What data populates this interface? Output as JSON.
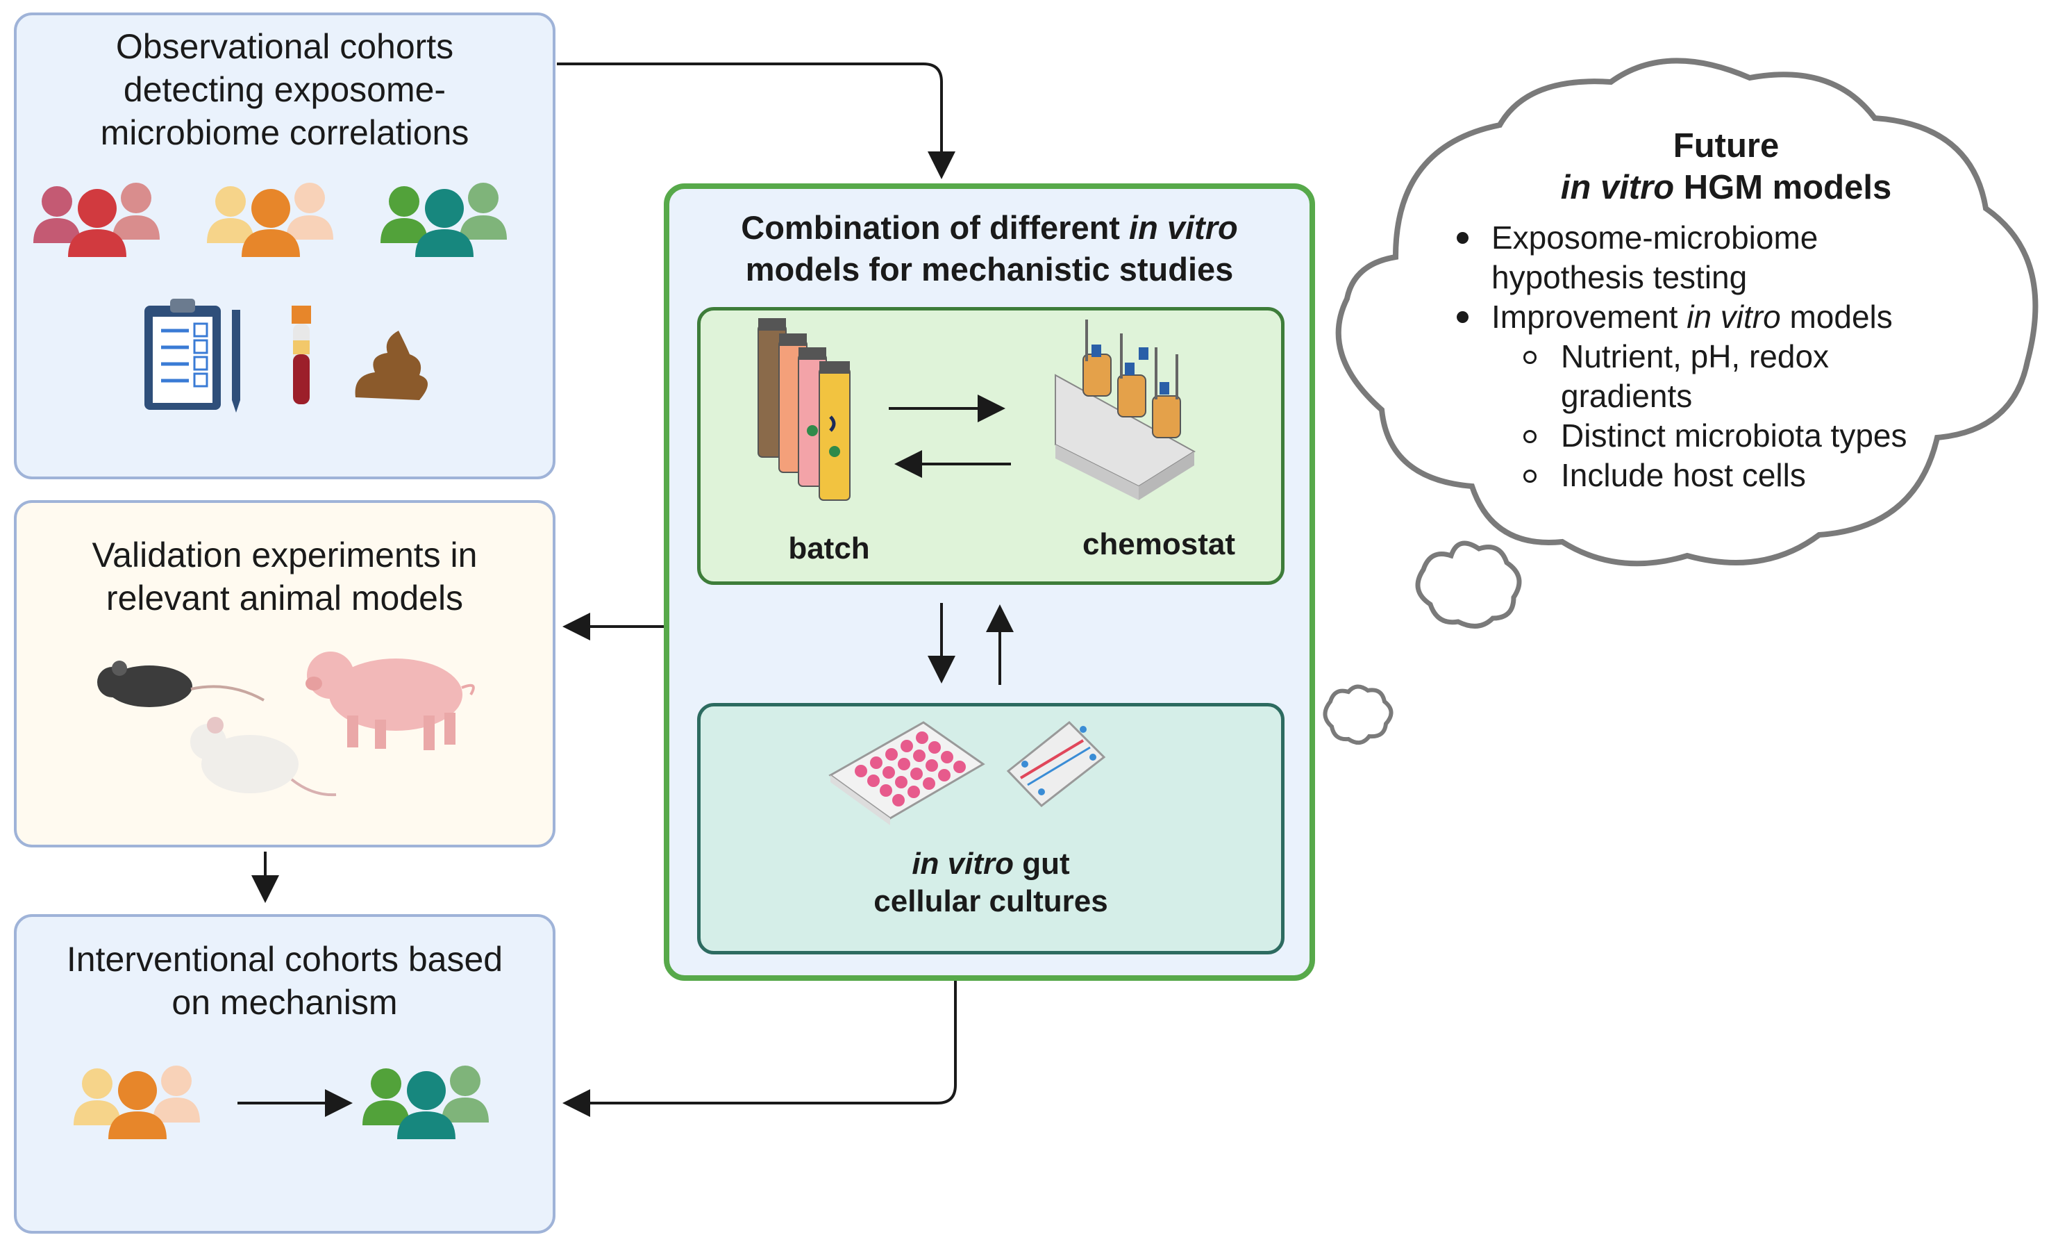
{
  "observational": {
    "title": "Observational cohorts\ndetecting exposome-\nmicrobiome correlations"
  },
  "validation": {
    "title": "Validation experiments in\nrelevant animal models"
  },
  "interventional": {
    "title": "Interventional cohorts based\non mechanism"
  },
  "center": {
    "title_part1": "Combination of different ",
    "title_italic": "in vitro",
    "title_part2": "models for mechanistic studies",
    "batch_label": "batch",
    "chemostat_label": "chemostat",
    "cell_label_italic": "in vitro",
    "cell_label_part1": " gut",
    "cell_label_part2": "cellular cultures"
  },
  "cloud": {
    "title_line1": "Future",
    "title_italic": "in vitro",
    "title_line2_rest": " HGM models",
    "bullet1": "Exposome-microbiome hypothesis testing",
    "bullet2_part1": "Improvement ",
    "bullet2_italic": "in vitro",
    "bullet2_part2": " models",
    "sub1": "Nutrient, pH, redox gradients",
    "sub2": "Distinct microbiota types",
    "sub3": "Include host cells"
  },
  "colors": {
    "panel_border": "#9fb3d8",
    "center_border": "#57a94a",
    "red_group": "#d13a3f",
    "orange_group": "#e7862a",
    "teal_group": "#17877e",
    "green_group": "#52a23a"
  }
}
